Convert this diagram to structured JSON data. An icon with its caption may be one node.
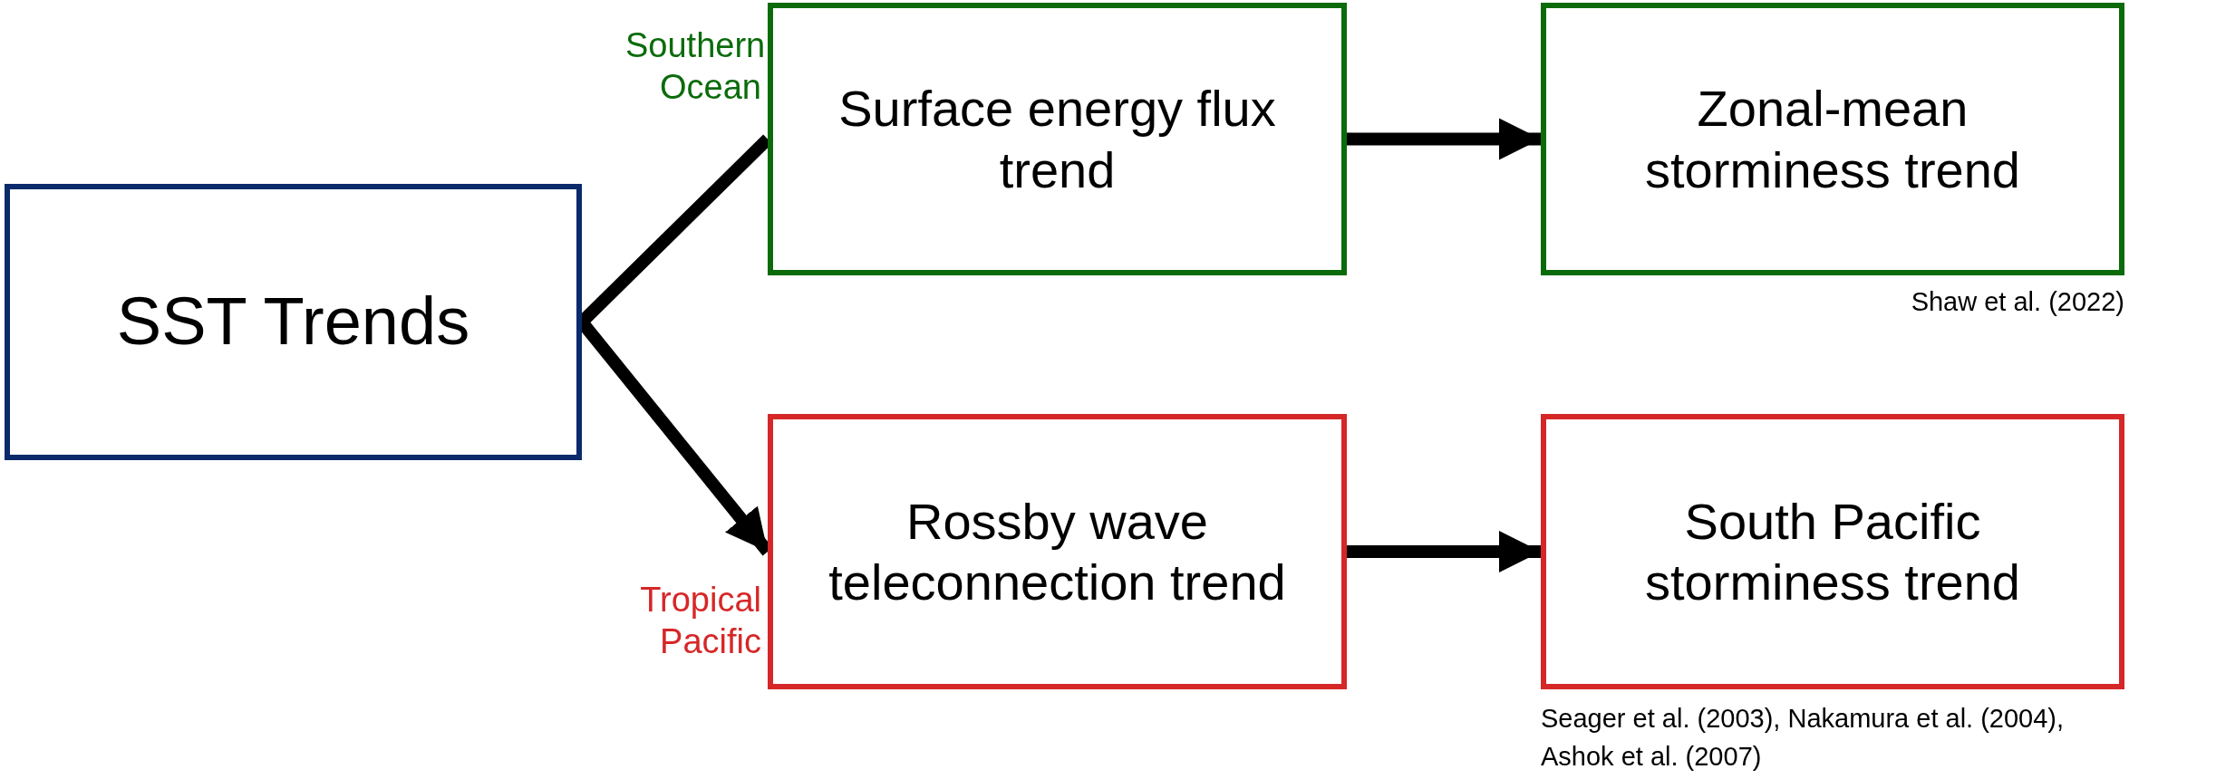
{
  "diagram": {
    "nodes": [
      {
        "text": [
          "SST Trends"
        ]
      },
      {
        "text": [
          "Surface energy flux trend"
        ]
      },
      {
        "text": [
          "Zonal-mean storminess trend"
        ],
        "beside": [
          "Shaw et al. (2022)"
        ]
      },
      {
        "text": [
          "Rossby wave teleconnection trend"
        ]
      },
      {
        "text": [
          "South Pacific storminess trend"
        ],
        "beside": [
          "Seager et al. (2003), Nakamura et al. (2004), Ashok et al. (2007)"
        ]
      }
    ],
    "edges": [
      {
        "from": 0,
        "to": 1,
        "arrow": "none"
      },
      {
        "from": 0,
        "to": 3,
        "arrow": "to"
      },
      {
        "from": 1,
        "to": 2,
        "arrow": "to"
      },
      {
        "from": 3,
        "to": 4,
        "arrow": "to"
      }
    ],
    "labels": [
      "Southern Ocean",
      "Tropical Pacific"
    ]
  }
}
